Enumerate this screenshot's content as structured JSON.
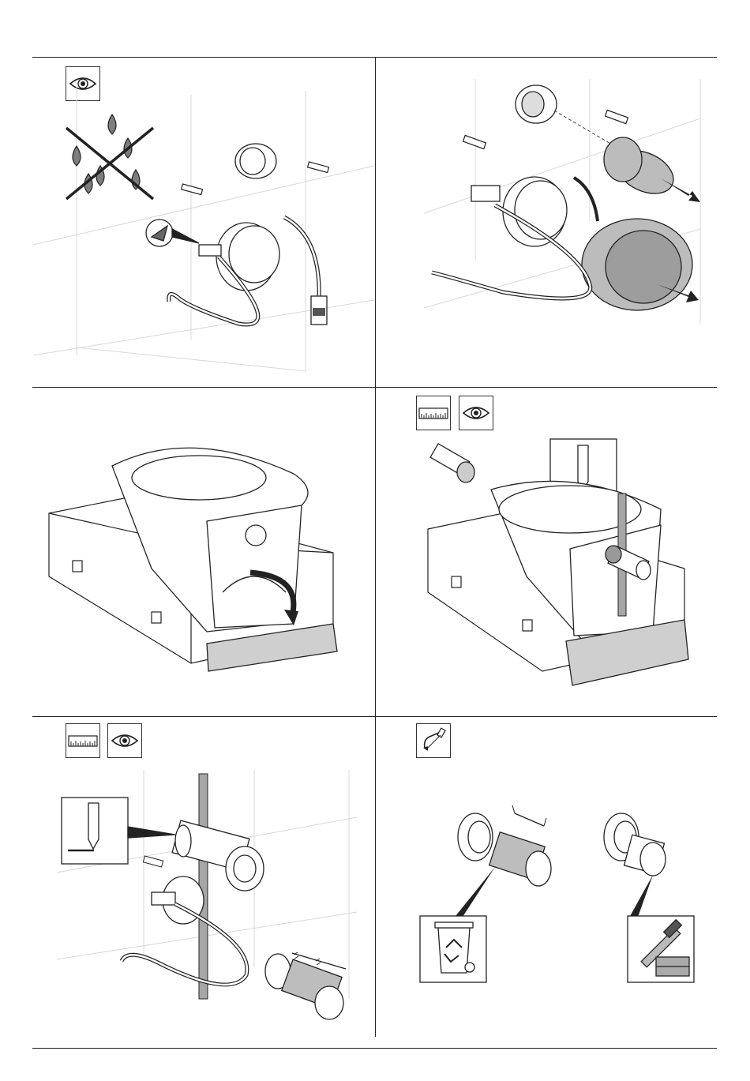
{
  "page": {
    "title": "",
    "steps": [
      {
        "id": 1,
        "icons": [
          "eye-icon"
        ]
      },
      {
        "id": 2,
        "icons": []
      },
      {
        "id": 3,
        "icons": []
      },
      {
        "id": 4,
        "icons": [
          "ruler-icon",
          "eye-icon"
        ]
      },
      {
        "id": 5,
        "icons": [
          "ruler-icon",
          "eye-icon"
        ]
      },
      {
        "id": 6,
        "icons": [
          "hacksaw-icon"
        ]
      }
    ],
    "colors": {
      "line": "#222222",
      "grey_fill": "#cfcfcf",
      "mid_grey": "#9a9a9a",
      "grid": "#d8d8d8"
    }
  }
}
